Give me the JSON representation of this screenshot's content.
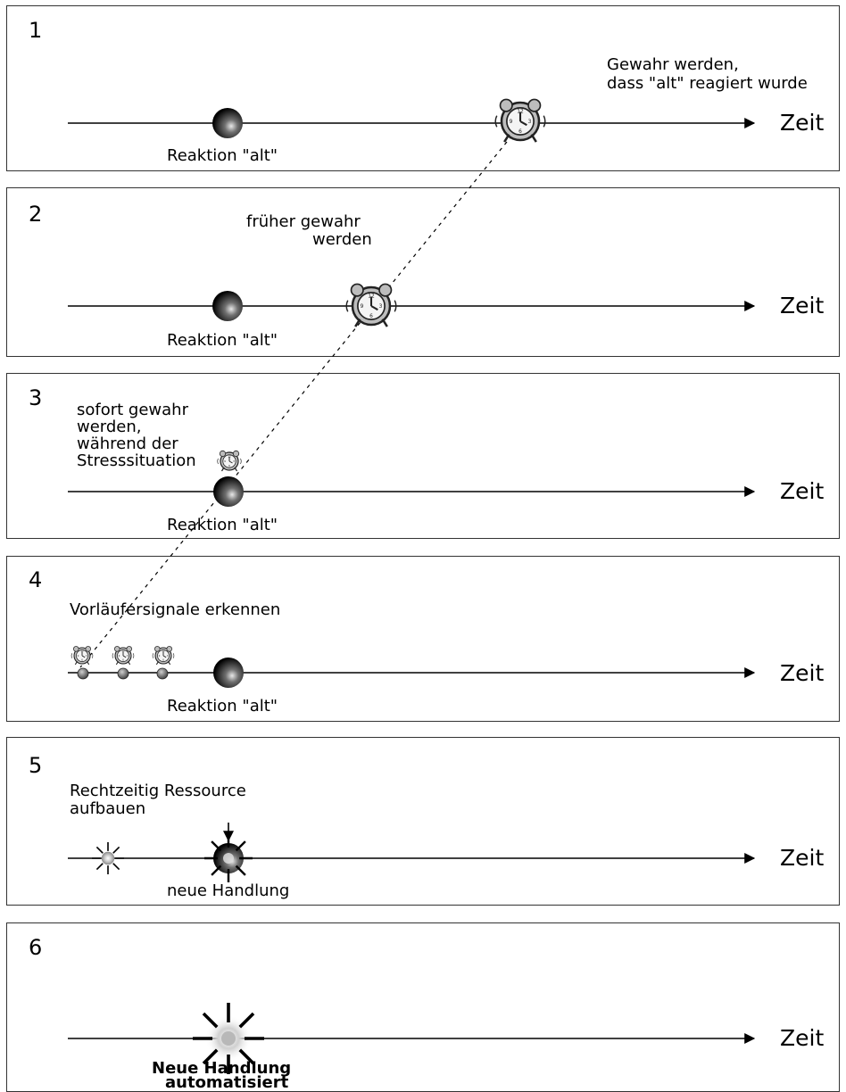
{
  "time_label": "Zeit",
  "panels": [
    {
      "number": "1",
      "reaction_label": "Reaktion \"alt\"",
      "note_line1": "Gewahr werden,",
      "note_line2": "dass \"alt\" reagiert wurde"
    },
    {
      "number": "2",
      "reaction_label": "Reaktion \"alt\"",
      "note_line1": "früher gewahr",
      "note_line2": "werden"
    },
    {
      "number": "3",
      "reaction_label": "Reaktion \"alt\"",
      "note_line1": "sofort gewahr",
      "note_line2": "werden,",
      "note_line3": "während der",
      "note_line4": "Stresssituation"
    },
    {
      "number": "4",
      "reaction_label": "Reaktion \"alt\"",
      "note_line1": "Vorläufersignale erkennen"
    },
    {
      "number": "5",
      "reaction_label": "neue Handlung",
      "note_line1": "Rechtzeitig Ressource",
      "note_line2": "aufbauen"
    },
    {
      "number": "6",
      "reaction_label_line1": "Neue Handlung",
      "reaction_label_line2": "automatisiert"
    }
  ],
  "colors": {
    "line": "#000000",
    "border": "#333333",
    "ball_dark": "#000000",
    "ball_light": "#dddddd"
  }
}
